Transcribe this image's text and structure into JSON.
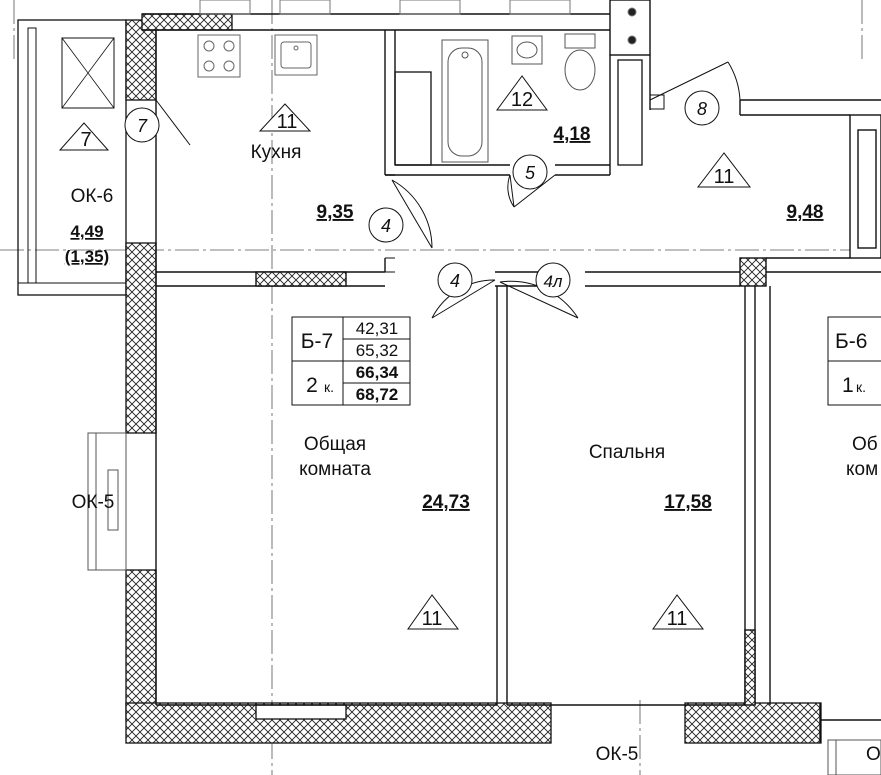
{
  "rooms": {
    "kitchen": {
      "name": "Кухня",
      "area": "9,35",
      "tag": "11"
    },
    "bathroom": {
      "area": "4,18",
      "tag": "12"
    },
    "hall": {
      "area": "9,48",
      "tag": "11"
    },
    "living": {
      "name_line1": "Общая",
      "name_line2": "комната",
      "area": "24,73",
      "tag": "11"
    },
    "bedroom": {
      "name": "Спальня",
      "area": "17,58",
      "tag": "11"
    },
    "loggia": {
      "area": "4,49",
      "area_reduced": "(1,35)",
      "tag": "7",
      "window": "ОК-6"
    },
    "neighbor": {
      "name_line1": "Об",
      "name_line2": "ком"
    }
  },
  "apartment": {
    "code": "Б-7",
    "rooms_label": "2",
    "rooms_suffix": "к.",
    "living_area": "42,31",
    "total_area": "65,32",
    "total_with_loggia": "66,34",
    "total_with_loggia_full": "68,72"
  },
  "neighbor_apartment": {
    "code": "Б-6",
    "rooms_label": "1",
    "rooms_suffix": "к."
  },
  "windows": {
    "left": "ОК-5",
    "bottom": "ОК-5",
    "bottom_right": "О"
  },
  "doors": {
    "loggia_door": "7",
    "kitchen_door": "4",
    "living_door": "4",
    "bedroom_door": "4л",
    "bath_door": "5",
    "entry_door": "8"
  },
  "colors": {
    "wall_fill": "#ffffff",
    "hatch": "#222222",
    "line": "#111111",
    "grid": "#555555"
  }
}
